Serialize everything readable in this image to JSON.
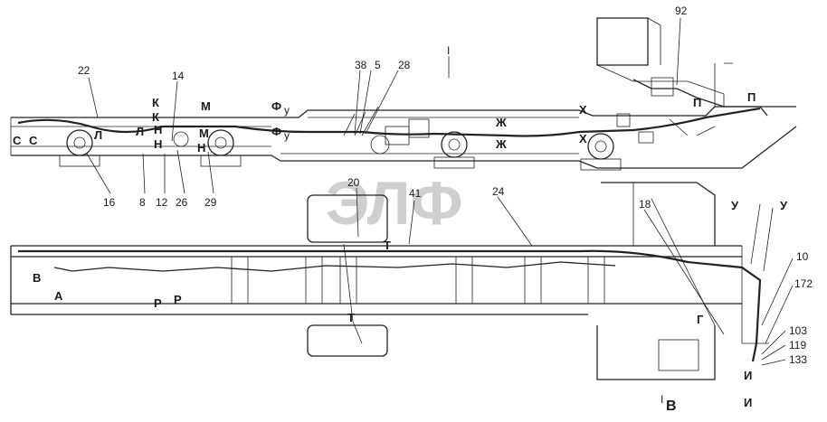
{
  "watermark": "ЭЛФ",
  "upper_view": {
    "callouts": [
      "22",
      "14",
      "38",
      "5",
      "28",
      "I",
      "92",
      "16",
      "8",
      "12",
      "26",
      "29"
    ],
    "letters": [
      "С",
      "С",
      "Л",
      "Л",
      "Н",
      "Н",
      "К",
      "К",
      "М",
      "М",
      "Н",
      "Ф",
      "у",
      "Ф",
      "у",
      "Ж",
      "Ж",
      "Х",
      "Х",
      "П",
      "П"
    ]
  },
  "lower_view": {
    "callouts": [
      "20",
      "41",
      "24",
      "18",
      "10",
      "172",
      "103",
      "119",
      "133"
    ],
    "letters": [
      "В",
      "А",
      "Р",
      "Р",
      "Т",
      "Т",
      "У",
      "У",
      "Г",
      "И",
      "И",
      "I",
      "В"
    ]
  }
}
